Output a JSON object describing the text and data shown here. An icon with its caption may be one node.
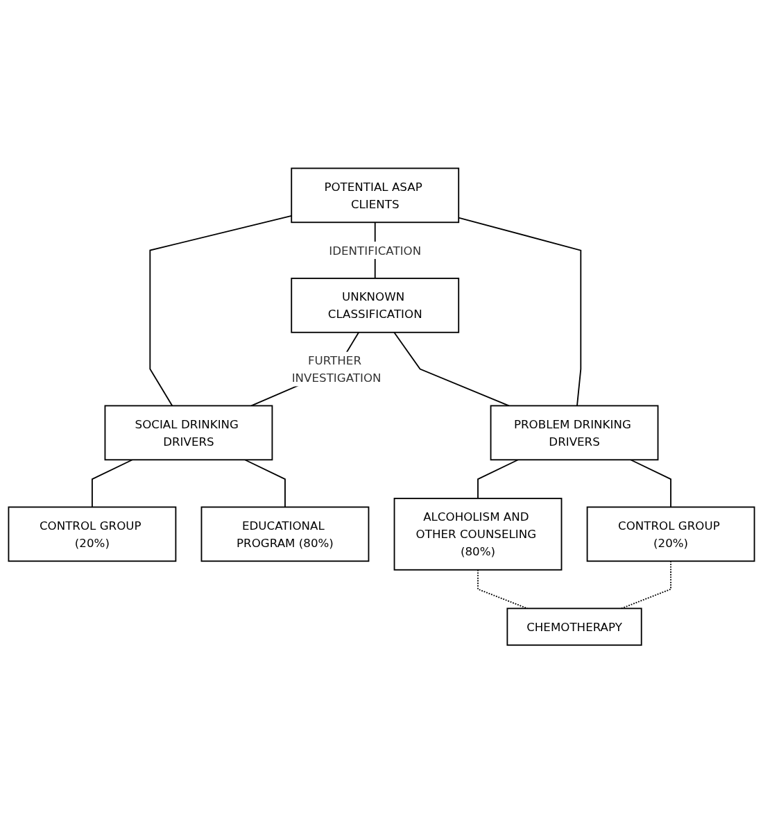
{
  "diagram": {
    "nodes": [
      {
        "text": [
          "POTENTIAL ASAP CLIENTS"
        ]
      },
      {
        "text": [
          "UNKNOWN CLASSIFICATION"
        ]
      },
      {
        "text": [
          "SOCIAL DRINKING DRIVERS"
        ]
      },
      {
        "text": [
          "PROBLEM DRINKING DRIVERS"
        ]
      },
      {
        "text": [
          "CONTROL GROUP (20%)"
        ]
      },
      {
        "text": [
          "EDUCATIONAL PROGRAM (80%)"
        ]
      },
      {
        "text": [
          "ALCOHOLISM AND OTHER COUNSELING (80%)"
        ]
      },
      {
        "text": [
          "CONTROL GROUP (20%)"
        ]
      },
      {
        "text": [
          "CHEMOTHERAPY"
        ]
      }
    ],
    "edges": [
      {
        "from": 0,
        "to": 2,
        "arrow": "none"
      },
      {
        "from": 0,
        "to": 1,
        "arrow": "none",
        "label": "IDENTIFICATION"
      },
      {
        "from": 0,
        "to": 3,
        "arrow": "none"
      },
      {
        "from": 1,
        "to": 2,
        "arrow": "none",
        "label": "FURTHER INVESTIGATION"
      },
      {
        "from": 1,
        "to": 3,
        "arrow": "none"
      },
      {
        "from": 2,
        "to": 4,
        "arrow": "none"
      },
      {
        "from": 2,
        "to": 5,
        "arrow": "none"
      },
      {
        "from": 3,
        "to": 6,
        "arrow": "none"
      },
      {
        "from": 3,
        "to": 7,
        "arrow": "none"
      },
      {
        "from": 6,
        "to": 8,
        "arrow": "none",
        "style": "dashed"
      },
      {
        "from": 7,
        "to": 8,
        "arrow": "none",
        "style": "dashed"
      }
    ]
  }
}
